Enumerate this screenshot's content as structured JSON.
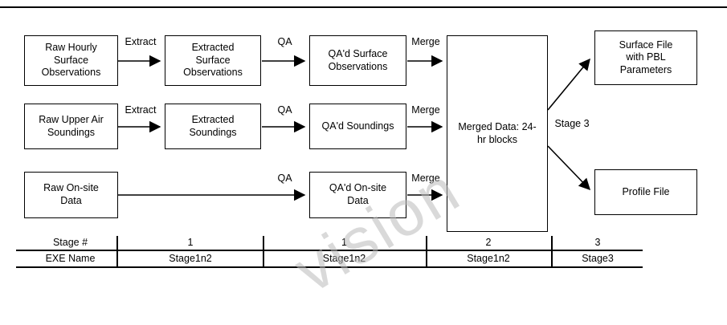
{
  "watermark": {
    "text": "vision"
  },
  "boxes": {
    "raw_surface": "Raw Hourly Surface Observations",
    "extracted_surface": "Extracted Surface Observations",
    "qa_surface": "QA'd Surface Observations",
    "raw_upper": "Raw Upper Air Soundings",
    "extracted_soundings": "Extracted Soundings",
    "qa_soundings": "QA'd Soundings",
    "raw_onsite": "Raw On-site Data",
    "qa_onsite": "QA'd On-site Data",
    "merged": "Merged Data: 24-hr blocks",
    "surface_file": "Surface File with PBL Parameters",
    "profile_file": "Profile File"
  },
  "arrow_labels": {
    "extract1": "Extract",
    "extract2": "Extract",
    "qa1": "QA",
    "qa2": "QA",
    "qa3": "QA",
    "merge1": "Merge",
    "merge2": "Merge",
    "merge3": "Merge",
    "stage3": "Stage 3"
  },
  "table": {
    "rows": [
      {
        "label": "Stage #",
        "cells": [
          "1",
          "1",
          "2",
          "3"
        ]
      },
      {
        "label": "EXE Name",
        "cells": [
          "Stage1n2",
          "Stage1n2",
          "Stage1n2",
          "Stage3"
        ]
      }
    ]
  }
}
